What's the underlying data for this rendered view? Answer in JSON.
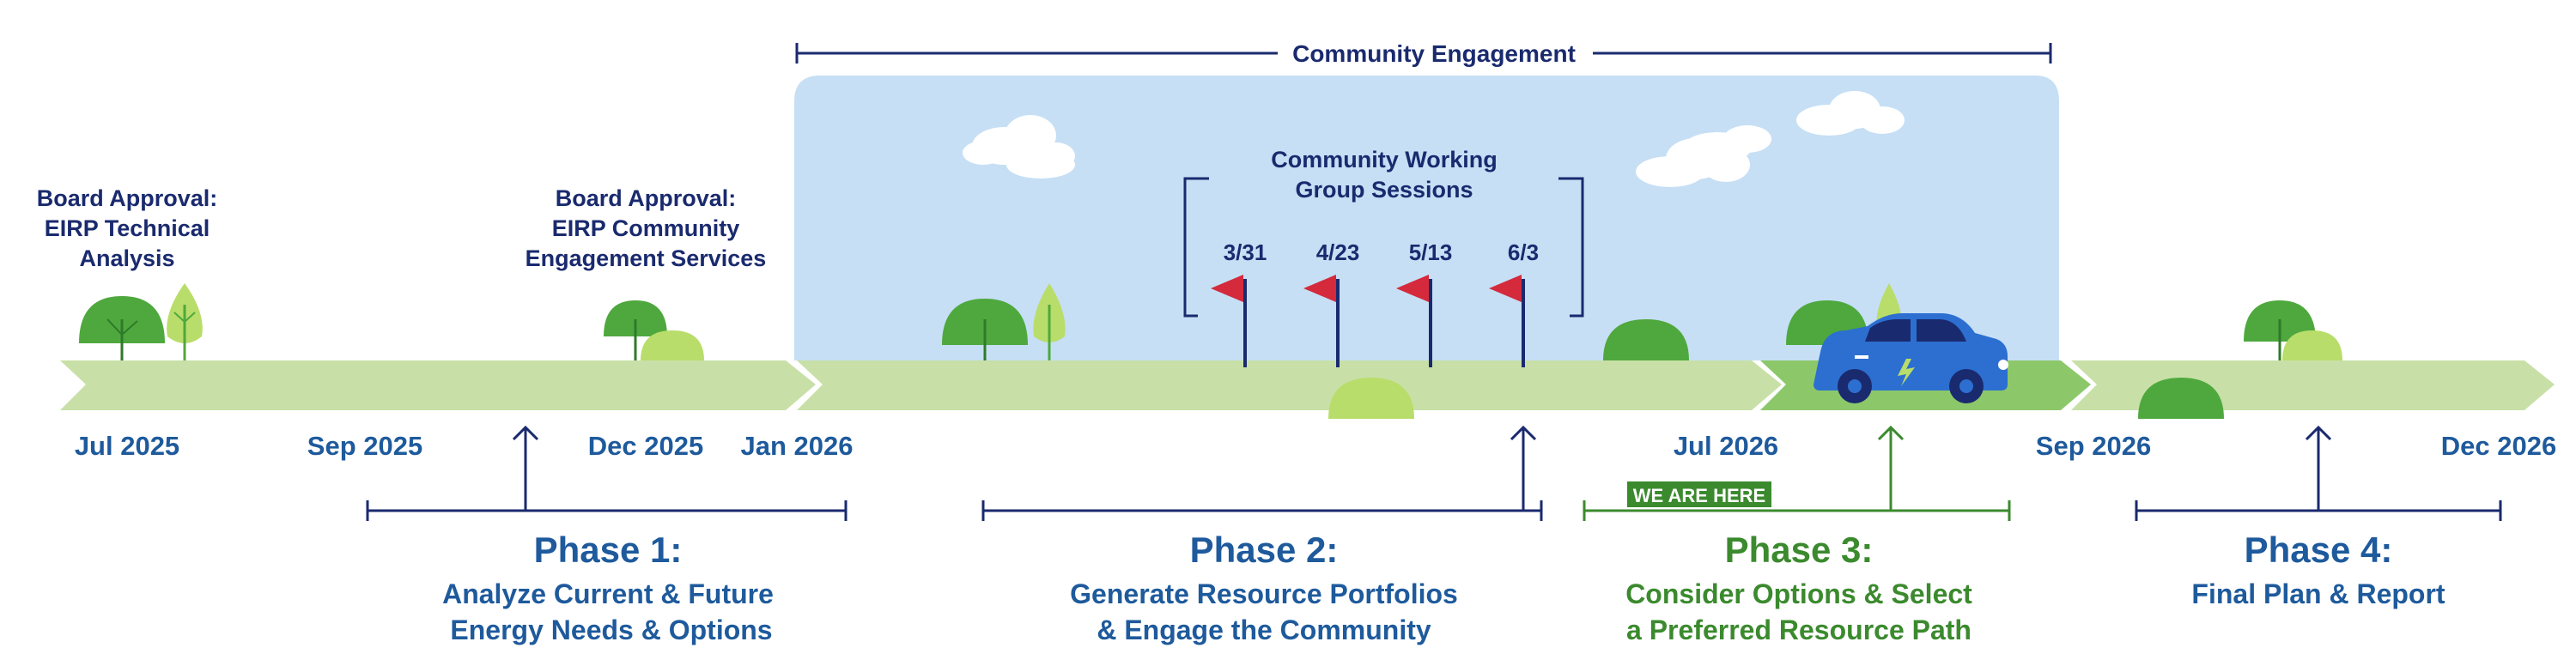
{
  "colors": {
    "navy": "#1a2a6e",
    "blue": "#1e5a9c",
    "green_text": "#3b8a2e",
    "sky": "#c6dff5",
    "band": "#c8e0a7",
    "band_active": "#8cc86a",
    "flag": "#d42a3c",
    "tree_dark": "#4fa83d",
    "tree_light": "#b9dd6a",
    "car": "#2c6fd1",
    "badge": "#3b8a2e"
  },
  "community_engagement": {
    "label": "Community Engagement"
  },
  "working_group": {
    "title_line1": "Community Working",
    "title_line2": "Group Sessions",
    "sessions": [
      "3/31",
      "4/23",
      "5/13",
      "6/3"
    ]
  },
  "milestones": [
    {
      "line1": "Board Approval:",
      "line2": "EIRP Technical",
      "line3": "Analysis"
    },
    {
      "line1": "Board Approval:",
      "line2": "EIRP Community",
      "line3": "Engagement Services"
    }
  ],
  "dates": [
    "Jul 2025",
    "Sep 2025",
    "Dec 2025",
    "Jan 2026",
    "Jul 2026",
    "Sep 2026",
    "Dec 2026"
  ],
  "we_are_here": "WE ARE HERE",
  "phases": [
    {
      "title": "Phase 1:",
      "line1": "Analyze Current & Future",
      "line2": "Energy Needs & Options"
    },
    {
      "title": "Phase 2:",
      "line1": "Generate Resource Portfolios",
      "line2": "& Engage the Community"
    },
    {
      "title": "Phase 3:",
      "line1": "Consider Options & Select",
      "line2": "a Preferred Resource Path"
    },
    {
      "title": "Phase 4:",
      "line1": "Final Plan & Report"
    }
  ],
  "icons": [
    "tree-icon",
    "bush-icon",
    "cloud-icon",
    "flag-icon",
    "car-icon",
    "arrow-up-icon",
    "lightning-icon"
  ]
}
